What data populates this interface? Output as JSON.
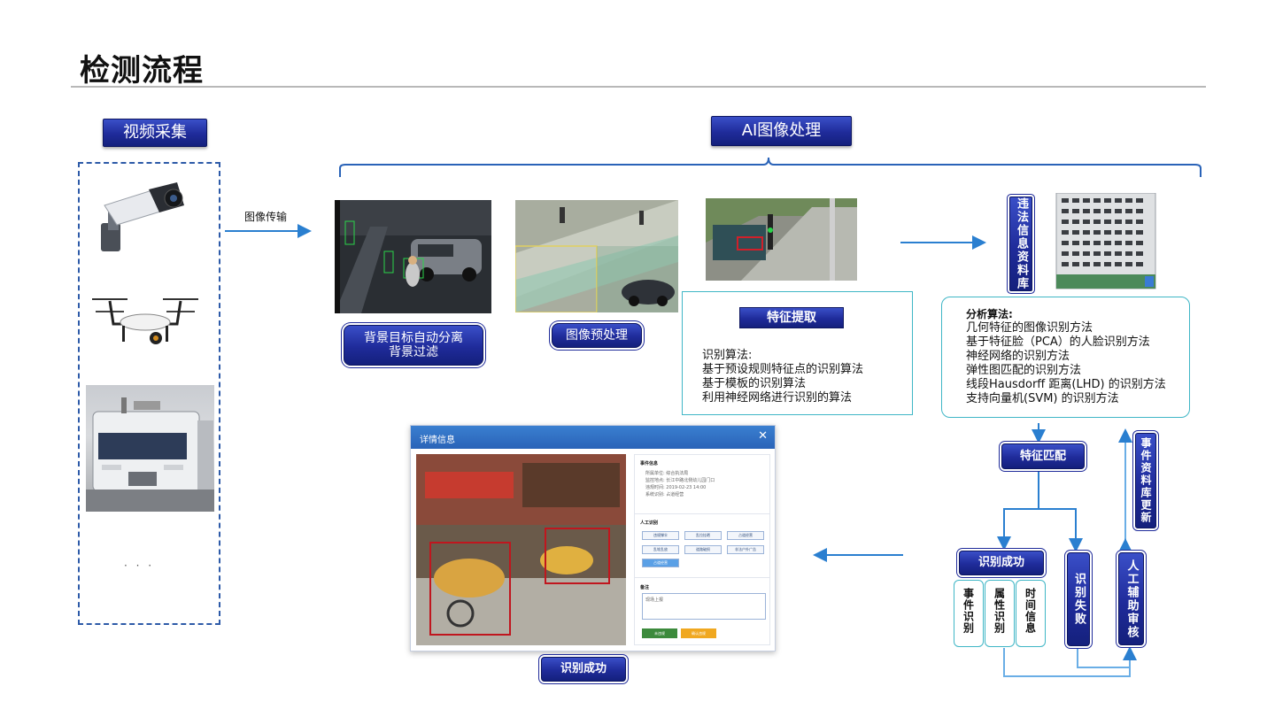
{
  "page": {
    "title": "检测流程"
  },
  "sections": {
    "video_capture": "视频采集",
    "ai_processing": "AI图像处理"
  },
  "flow": {
    "image_transfer": "图像传输",
    "ellipsis": "· · ·",
    "bg_separation_line1": "背景目标自动分离",
    "bg_separation_line2": "背景过滤",
    "preprocessing": "图像预处理",
    "feature_extraction": "特征提取",
    "recognition_algorithms": {
      "heading": "识别算法:",
      "items": [
        "基于预设规则特征点的识别算法",
        "基于模板的识别算法",
        "利用神经网络进行识别的算法"
      ]
    },
    "violation_db": "违法信息资料库",
    "analysis_algorithms": {
      "heading": "分析算法:",
      "items": [
        "几何特征的图像识别方法",
        "基于特征脸（PCA）的人脸识别方法",
        "神经网络的识别方法",
        "弹性图匹配的识别方法",
        "线段Hausdorff 距离(LHD) 的识别方法",
        "支持向量机(SVM) 的识别方法"
      ]
    },
    "feature_matching": "特征匹配",
    "event_db_update": "事件资料库更新",
    "recognition_success": "识别成功",
    "recognition_failed": "识别失败",
    "manual_review": "人工辅助审核",
    "event_recognition": "事件识别",
    "attribute_recognition": "属性识别",
    "time_info": "时间信息",
    "bottom_success": "识别成功"
  },
  "dialog": {
    "title": "详情信息",
    "close": "✕",
    "event_info_heading": "事件信息",
    "event_lines": [
      "所属单位:  综合执法局",
      "监控地点:  长江中路北侧幼儿园门口",
      "违规时间:  2019-02-23 14:00",
      "系统识别:  占道经营"
    ],
    "manual_heading": "人工识别",
    "manual_buttons": [
      "违规撑伞",
      "乱拉挂晒",
      "占道经营",
      "乱堆乱放",
      "道路破损",
      "非法户外广告",
      "占道经营"
    ],
    "remark_heading": "备注",
    "remark_text": "现场上报",
    "btn_reject": "未违规",
    "btn_confirm": "确认违规"
  },
  "colors": {
    "navy": "#1f2b9a",
    "teal_border": "#3fb6c6",
    "arrow_blue": "#2a7fd0",
    "dashed_blue": "#2d5aa8",
    "detect_red": "#d0202a"
  },
  "icons": [
    "security-camera",
    "drone",
    "mobile-command-vehicle",
    "building-database"
  ]
}
